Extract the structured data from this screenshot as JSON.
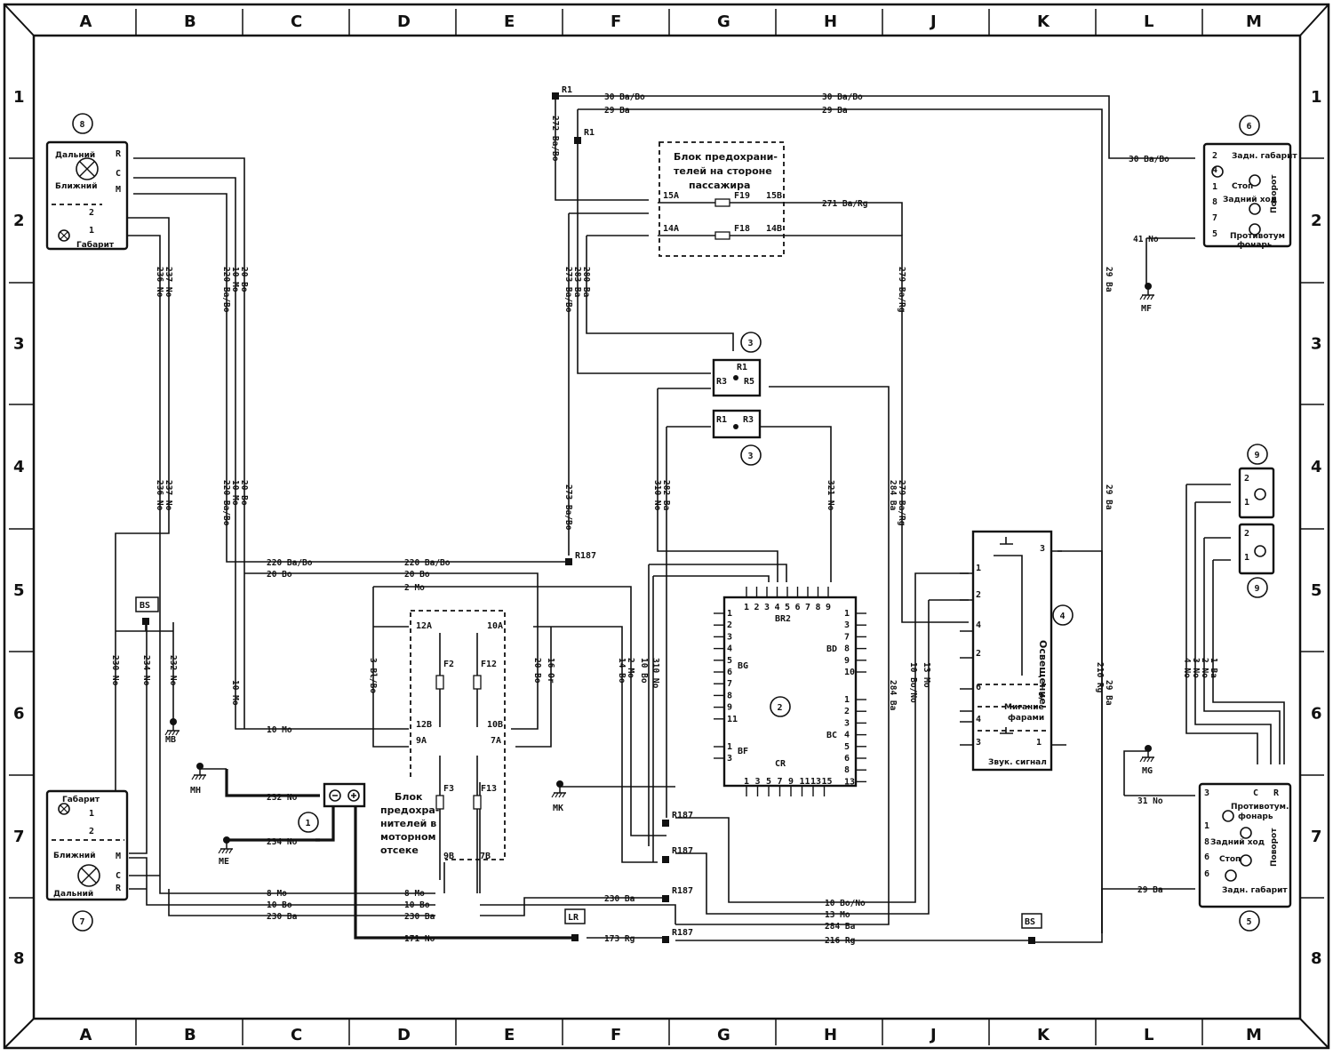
{
  "grid": {
    "cols": [
      "A",
      "B",
      "C",
      "D",
      "E",
      "F",
      "G",
      "H",
      "J",
      "K",
      "L",
      "M"
    ],
    "rows": [
      "1",
      "2",
      "3",
      "4",
      "5",
      "6",
      "7",
      "8"
    ]
  },
  "blocks": {
    "passenger_fuse_box": [
      "Блок предохрани-",
      "телей на стороне",
      "пассажира"
    ],
    "engine_fuse_box": [
      "Блок",
      "предохра-",
      "нителей в",
      "моторном",
      "отсеке"
    ],
    "lighting_switch": "Освещение",
    "flash": [
      "Мигание",
      "фарами"
    ],
    "horn": "Звук. сигнал"
  },
  "components": {
    "c1": "1",
    "c2": "2",
    "c3a": "3",
    "c3b": "3",
    "c4": "4",
    "c5": "5",
    "c6": "6",
    "c7": "7",
    "c8": "8",
    "c9a": "9",
    "c9b": "9"
  },
  "headlamp_front": {
    "high": "Дальний",
    "low": "Ближний",
    "side": "Габарит",
    "pins": [
      "R",
      "C",
      "M",
      "2",
      "1"
    ]
  },
  "headlamp_rear": {
    "side": "Габарит",
    "low": "Ближний",
    "high": "Дальний",
    "pins": [
      "1",
      "2",
      "M",
      "C",
      "R"
    ]
  },
  "rear_lamp_6": {
    "labels": [
      "Задн. габарит",
      "Стоп",
      "Задний ход",
      "Противотум",
      "фонарь",
      "Поворот"
    ],
    "pins": [
      "2",
      "4",
      "1",
      "8",
      "7",
      "5"
    ]
  },
  "rear_lamp_5": {
    "labels": [
      "Противотум.",
      "фонарь",
      "Задний ход",
      "Стоп",
      "Задн. габарит",
      "Поворот"
    ],
    "pins": [
      "3",
      "1",
      "8",
      "6",
      "6",
      "C",
      "R"
    ]
  },
  "relays": {
    "r3": [
      "R1",
      "R3",
      "R5"
    ],
    "r3b": [
      "R1",
      "R3"
    ]
  },
  "fuses": {
    "passenger": [
      "15A",
      "F19",
      "15B",
      "14A",
      "F18",
      "14B"
    ],
    "engine": [
      "12A",
      "F2",
      "12B",
      "10A",
      "F12",
      "10B",
      "9A",
      "F3",
      "9B",
      "7A",
      "F13",
      "7B"
    ]
  },
  "ecu": {
    "top": "BR2",
    "left": "BG",
    "right": "BD",
    "lower_left": "BF",
    "lower_right": "BC",
    "bottom": "CR",
    "top_pins": [
      "1",
      "2",
      "3",
      "4",
      "5",
      "6",
      "7",
      "8",
      "9"
    ],
    "bottom_pins": [
      "1",
      "3",
      "5",
      "7",
      "9",
      "11",
      "13",
      "15"
    ],
    "left_pins": [
      "1",
      "2",
      "3",
      "4",
      "5",
      "6",
      "7",
      "8",
      "9",
      "11"
    ],
    "right_pins": [
      "1",
      "3",
      "7",
      "8",
      "9",
      "10"
    ],
    "bf_pins": [
      "1",
      "3"
    ],
    "bc_pins": [
      "1",
      "2",
      "3",
      "4",
      "5",
      "6",
      "8",
      "13"
    ]
  },
  "grounds": {
    "MB": "MB",
    "MH": "MH",
    "ME": "ME",
    "MK": "MK",
    "MF": "MF",
    "MG": "MG"
  },
  "connectors": {
    "BS_left": "BS",
    "LR": "LR",
    "BS_bottom": "BS",
    "R1a": "R1",
    "R1b": "R1",
    "R187a": "R187",
    "R187b": "R187",
    "R187c": "R187",
    "R187d": "R187",
    "R187e": "R187"
  },
  "wires": {
    "w30BaBo_top": "30 Ba/Bo",
    "w30BaBo_top2": "30 Ba/Bo",
    "w29Ba_top": "29 Ba",
    "w29Ba_top2": "29 Ba",
    "w272": "272 Ba/Bo",
    "w271": "271 Ba/Rg",
    "w30BaBo_r": "30 Ba/Bo",
    "w41No": "41 No",
    "w29Ba_v1": "29 Ba",
    "w29Ba_v2": "29 Ba",
    "w29Ba_v3": "29 Ba",
    "w273a": "273 Ba/Bo",
    "w283": "283 Ba",
    "w280": "280 Ba",
    "w273b": "273 Ba/Bo",
    "w279a": "279 Ba/Rg",
    "w279b": "279 Ba/Rg",
    "w284a": "284 Ba",
    "w284b": "284 Ba",
    "w310a": "310 No",
    "w282": "282 Ba",
    "w321": "321 No",
    "w236a": "236 No",
    "w237a": "237 No",
    "w236b": "236 No",
    "w237b": "237 No",
    "w20Bo_a": "20 Bo",
    "w10Mo_a": "10 Mo",
    "w220a": "220 Ba/Bo",
    "w20Bo_b": "20 Bo",
    "w10Mo_b": "10 Mo",
    "w220b": "220 Ba/Bo",
    "w220h1": "220 Ba/Bo",
    "w220h2": "220 Ba/Bo",
    "w20Bo_h1": "20 Bo",
    "w20Bo_h2": "20 Bo",
    "w2Mo_h": "2 Mo",
    "w230a": "230 No",
    "w234": "234 No",
    "w232a": "232 No",
    "w10Mo_v": "10 Mo",
    "w10Mo_h": "10 Mo",
    "w3": "3 Bl/Bo",
    "w16": "16 Or",
    "w20Bo_v": "20 Bo",
    "w14Bo": "14 Bo",
    "w2Mo_v": "2 Mo",
    "w10Bo_v": "10 Bo",
    "w310b": "310 No",
    "w232b": "232 No",
    "w234b": "234 No",
    "w8Mo_a": "8 Mo",
    "w8Mo_b": "8 Mo",
    "w10Bo_a": "10 Bo",
    "w10Bo_b": "10 Bo",
    "w230b": "230 Ba",
    "w230c": "230 Ba",
    "w230d": "230 Ba",
    "w171": "171 No",
    "w173": "173 Rg",
    "w10BoNo_h": "10 Bo/No",
    "w13Mo_h": "13 Mo",
    "w284h": "284 Ba",
    "w216h": "216 Rg",
    "w13Mo_v": "13 Mo",
    "w10BoNo_v": "10 Bo/No",
    "w216v": "216 Rg",
    "w31No": "31 No",
    "w29Ba_r": "29 Ba",
    "w4No": "4 No",
    "w3No": "3 No",
    "w2No": "2 No",
    "w1Ba": "1 Ba"
  }
}
